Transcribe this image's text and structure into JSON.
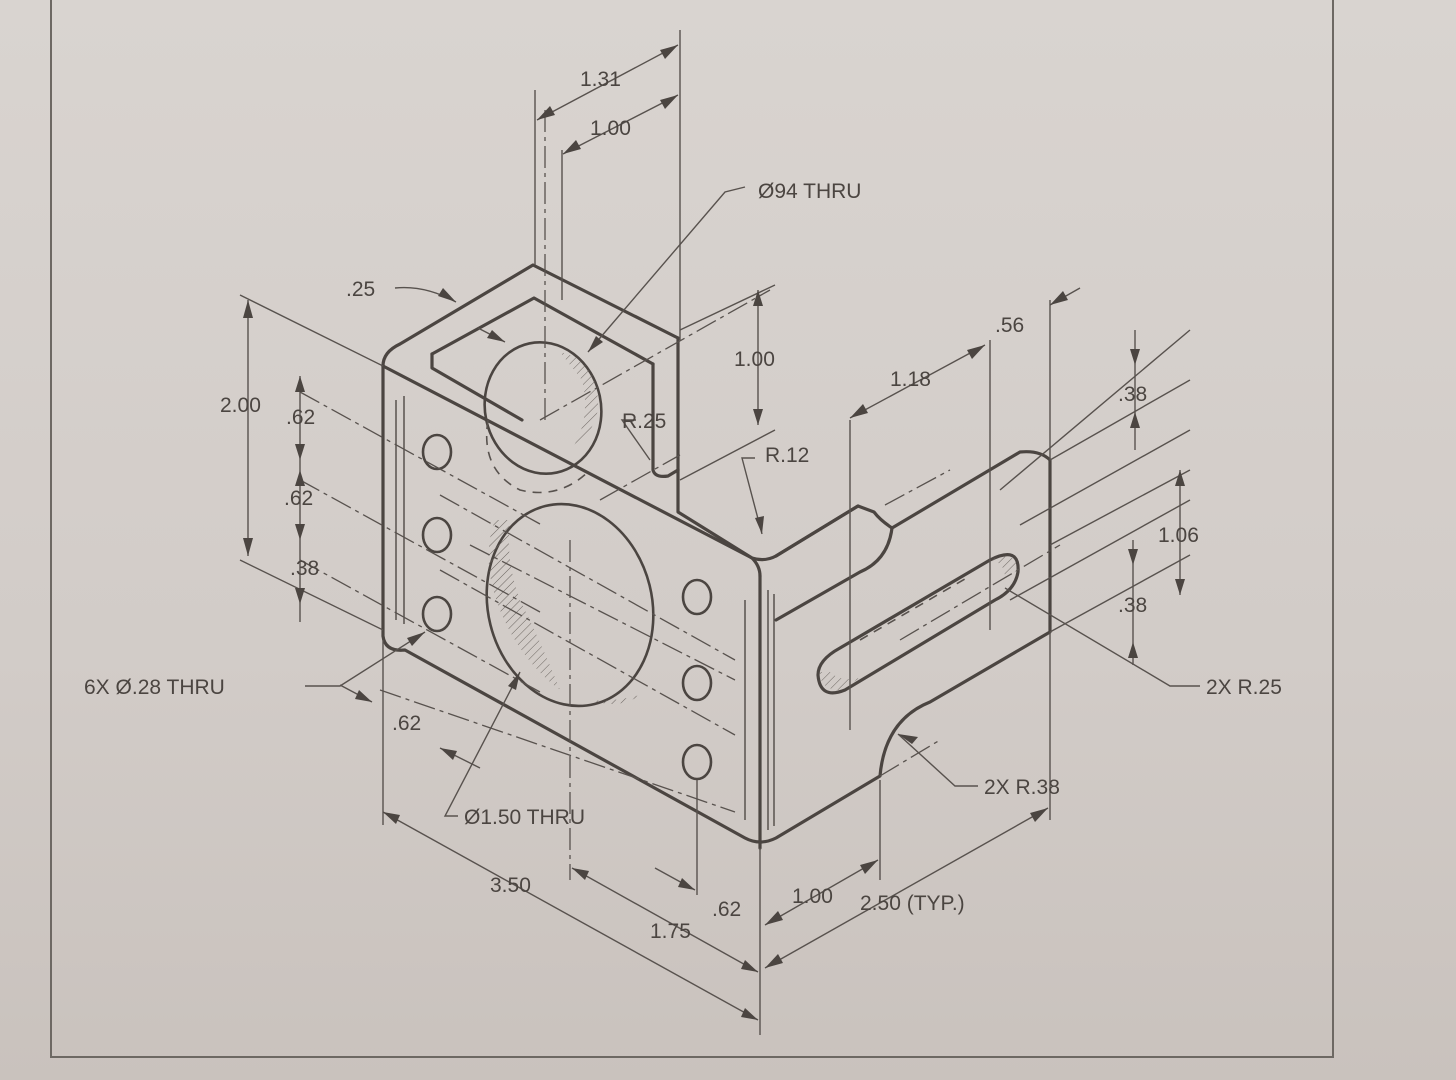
{
  "drawing": {
    "callouts": {
      "top_hole": "Ø94 THRU",
      "large_hole": "Ø1.50 THRU",
      "small_holes": "6X  Ø.28 THRU",
      "slot_ends": "2X R.25",
      "notch_radius": "2X R.38",
      "inner_radius": "R.25",
      "corner_radius": "R.12"
    },
    "dimensions": {
      "top_width": "1.31",
      "top_hole_offset": "1.00",
      "wall_thickness": ".25",
      "overall_height": "2.00",
      "hole_spacing_upper": ".62",
      "hole_spacing_lower": ".62",
      "hole_edge_bottom": ".38",
      "upright_height": "1.00",
      "slot_offset": "1.18",
      "flange_thickness": ".56",
      "slot_margin_top": ".38",
      "slot_width": "1.06",
      "slot_margin_bottom": ".38",
      "hole_edge_side": ".62",
      "overall_length": "3.50",
      "large_hole_location": "1.75",
      "side_hole_offset": ".62",
      "notch_offset": "1.00",
      "flange_length": "2.50 (TYP.)"
    }
  }
}
